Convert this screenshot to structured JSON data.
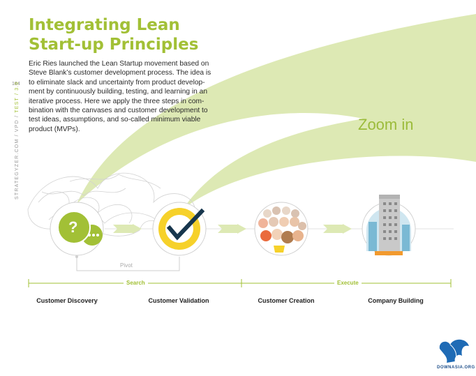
{
  "title": {
    "line1": "Integrating Lean",
    "line2": "Start-up Principles"
  },
  "intro": [
    "Eric Ries launched the Lean Startup movement based on",
    "Steve Blank’s customer development process. The idea is",
    "to eliminate slack and uncertainty from product develop-",
    "ment by continuously building, testing, and learning in an",
    "iterative process. Here we apply the three steps in com-",
    "bination with the canvases and customer development to",
    "test ideas, assumptions, and so-called minimum viable",
    "product (MVPs)."
  ],
  "page_number": "184",
  "side_nav": {
    "prefix": "STRATEGYZER.COM / VPD / ",
    "current": "TEST / 3.0"
  },
  "zoom_label": "Zoom in",
  "pivot_label": "Pivot",
  "phases": {
    "search": "Search",
    "execute": "Execute"
  },
  "steps": [
    {
      "label": "Customer Discovery"
    },
    {
      "label": "Customer Validation"
    },
    {
      "label": "Customer Creation"
    },
    {
      "label": "Company Building"
    }
  ],
  "question_mark": "?",
  "logo_text": "DOWNASIA.ORG",
  "colors": {
    "accent": "#a2c036",
    "light_green": "#dde9b4",
    "yellow": "#f6d12a",
    "navy": "#17364d"
  }
}
